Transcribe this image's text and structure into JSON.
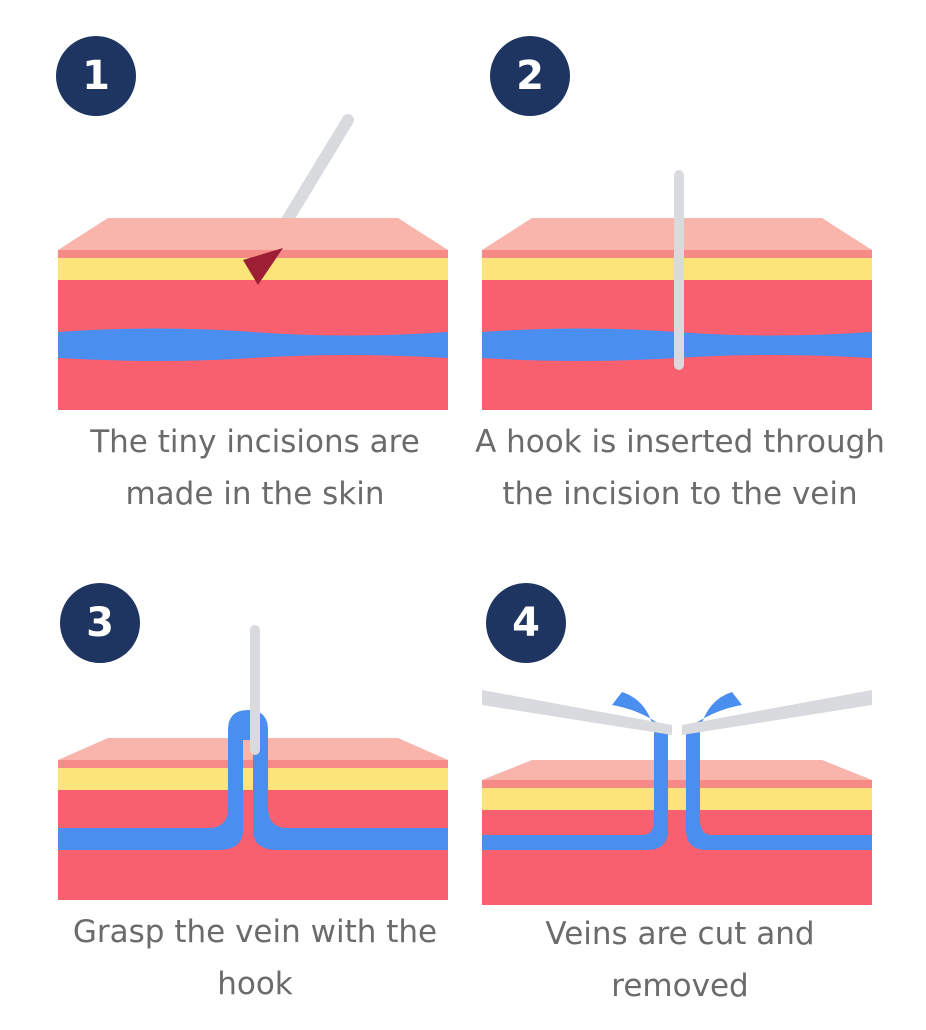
{
  "steps": [
    {
      "number": "1",
      "caption_line1": "The tiny incisions are",
      "caption_line2": "made in the skin"
    },
    {
      "number": "2",
      "caption_line1": "A hook is inserted through",
      "caption_line2": "the incision to the vein"
    },
    {
      "number": "3",
      "caption_line1": "Grasp the vein with the",
      "caption_line2": "hook"
    },
    {
      "number": "4",
      "caption_line1": "Veins are cut and",
      "caption_line2": "removed"
    }
  ],
  "colors": {
    "badge": "#1e3461",
    "skin_top": "#f9b4ab",
    "fat": "#fde47a",
    "muscle": "#f9606f",
    "vein": "#4a8ef0",
    "tool": "#d8dadd",
    "caption": "#6b6b6b"
  }
}
